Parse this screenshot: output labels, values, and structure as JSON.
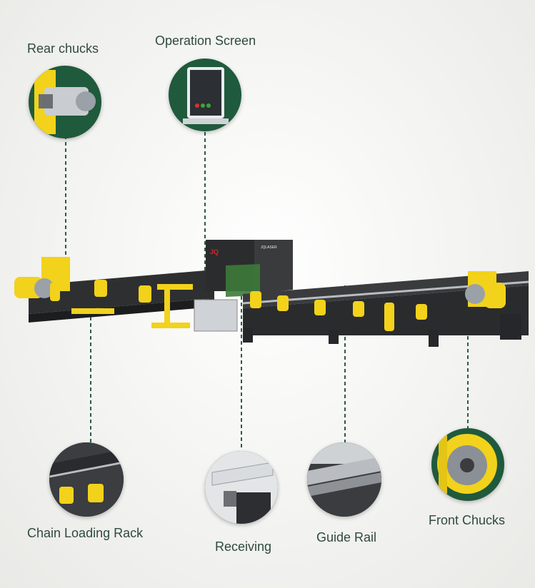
{
  "labels": {
    "rear_chucks": "Rear chucks",
    "operation_screen": "Operation Screen",
    "chain_loading_rack": "Chain Loading Rack",
    "receiving": "Receiving",
    "guide_rail": "Guide Rail",
    "front_chucks": "Front Chucks"
  },
  "branding": {
    "logo_text": "JQ",
    "cabinet_text": "JQLASER"
  },
  "colors": {
    "circle_green": "#1f5a3c",
    "label_green": "#2f4a3b",
    "machine_yellow": "#f2d21b",
    "machine_dark": "#2e2f31"
  },
  "icons": [
    "rear-chuck-icon",
    "operation-screen-icon",
    "chain-rack-icon",
    "receiving-icon",
    "guide-rail-icon",
    "front-chuck-icon"
  ]
}
